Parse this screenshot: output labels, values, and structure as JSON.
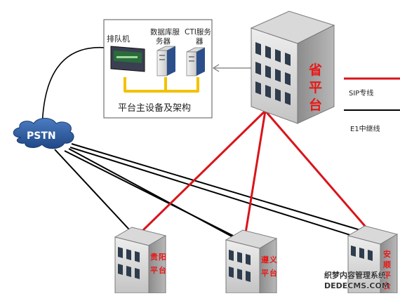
{
  "devices": {
    "queue_machine": "排队机",
    "db_server": "数据库服务器",
    "cti_server": "CTI服务器",
    "caption": "平台主设备及架构"
  },
  "pstn": {
    "label": "PSTN"
  },
  "provincial": {
    "label_chars": [
      "省",
      "平",
      "台"
    ]
  },
  "legend": [
    {
      "label": "SIP专线",
      "color": "#d9141b"
    },
    {
      "label": "E1中继线",
      "color": "#000000"
    }
  ],
  "city_platforms": [
    {
      "label_chars": [
        "贵",
        "阳",
        "平",
        "台"
      ]
    },
    {
      "label_chars": [
        "遵",
        "义",
        "平",
        "台"
      ]
    },
    {
      "label_chars": [
        "安",
        "顺",
        "平",
        "台"
      ]
    }
  ],
  "watermark": {
    "line1": "织梦内容管理系统",
    "line2": "DEDECMS.COM"
  },
  "colors": {
    "sip": "#d9141b",
    "e1": "#000000",
    "bus": "#f2c200",
    "building_label": "#e81818",
    "pstn_fill": "#2d5b9c"
  }
}
